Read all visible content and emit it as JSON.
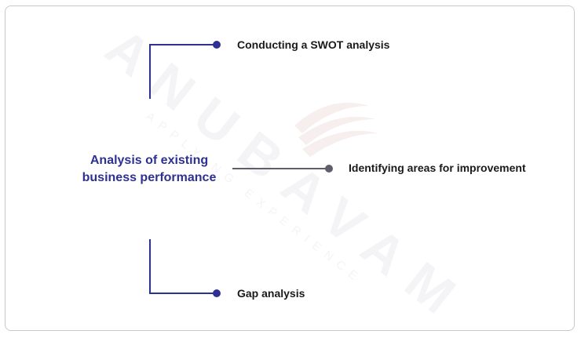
{
  "diagram": {
    "central_topic": {
      "line1": "Analysis of existing",
      "line2": "business performance"
    },
    "branches": [
      {
        "label": "Conducting a SWOT analysis"
      },
      {
        "label": "Identifying areas for improvement"
      },
      {
        "label": "Gap analysis"
      }
    ]
  },
  "watermark": {
    "brand": "ANUBAVAM",
    "tagline": "APPLYING EXPERIENCE"
  },
  "colors": {
    "primary": "#2e3192",
    "connector_gray": "#5f5f6b",
    "text": "#1a1a1a",
    "border": "#c9c9c9",
    "watermark": "#f0f0f3"
  }
}
